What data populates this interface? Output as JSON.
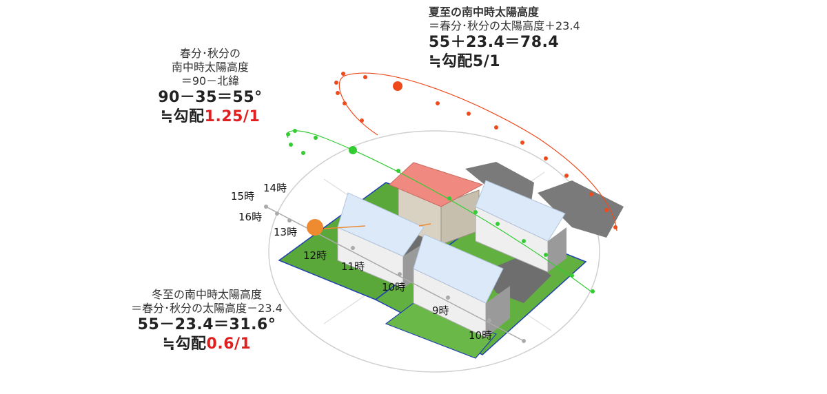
{
  "equinox": {
    "line1": "春分･秋分の",
    "line2": "南中時太陽高度",
    "line3": "＝90－北緯",
    "calc": "90－35＝55°",
    "slope_prefix": "≒勾配",
    "slope_value": "1.25/1"
  },
  "summer": {
    "title": "夏至の南中時太陽高度",
    "formula": "＝春分･秋分の太陽高度＋23.4",
    "calc": "55＋23.4＝78.4",
    "slope": "≒勾配5/1"
  },
  "winter": {
    "title": "冬至の南中時太陽高度",
    "formula": "＝春分･秋分の太陽高度－23.4",
    "calc": "55－23.4＝31.6°",
    "slope_prefix": "≒勾配",
    "slope_value": "0.6/1"
  },
  "hours": {
    "h15": "15時",
    "h14": "14時",
    "h16": "16時",
    "h13": "13時",
    "h12": "12時",
    "h11": "11時",
    "h10a": "10時",
    "h9": "9時",
    "h10b": "10時"
  },
  "colors": {
    "summer_path": "#ee4a1c",
    "equinox_path": "#33cc33",
    "winter_path": "#aaaaaa",
    "sun_winter": "#ee8a30",
    "lawn": "#5aa83a",
    "roof_blue": "#dce9f8",
    "roof_red": "#f08a80",
    "shadow": "#777777"
  }
}
